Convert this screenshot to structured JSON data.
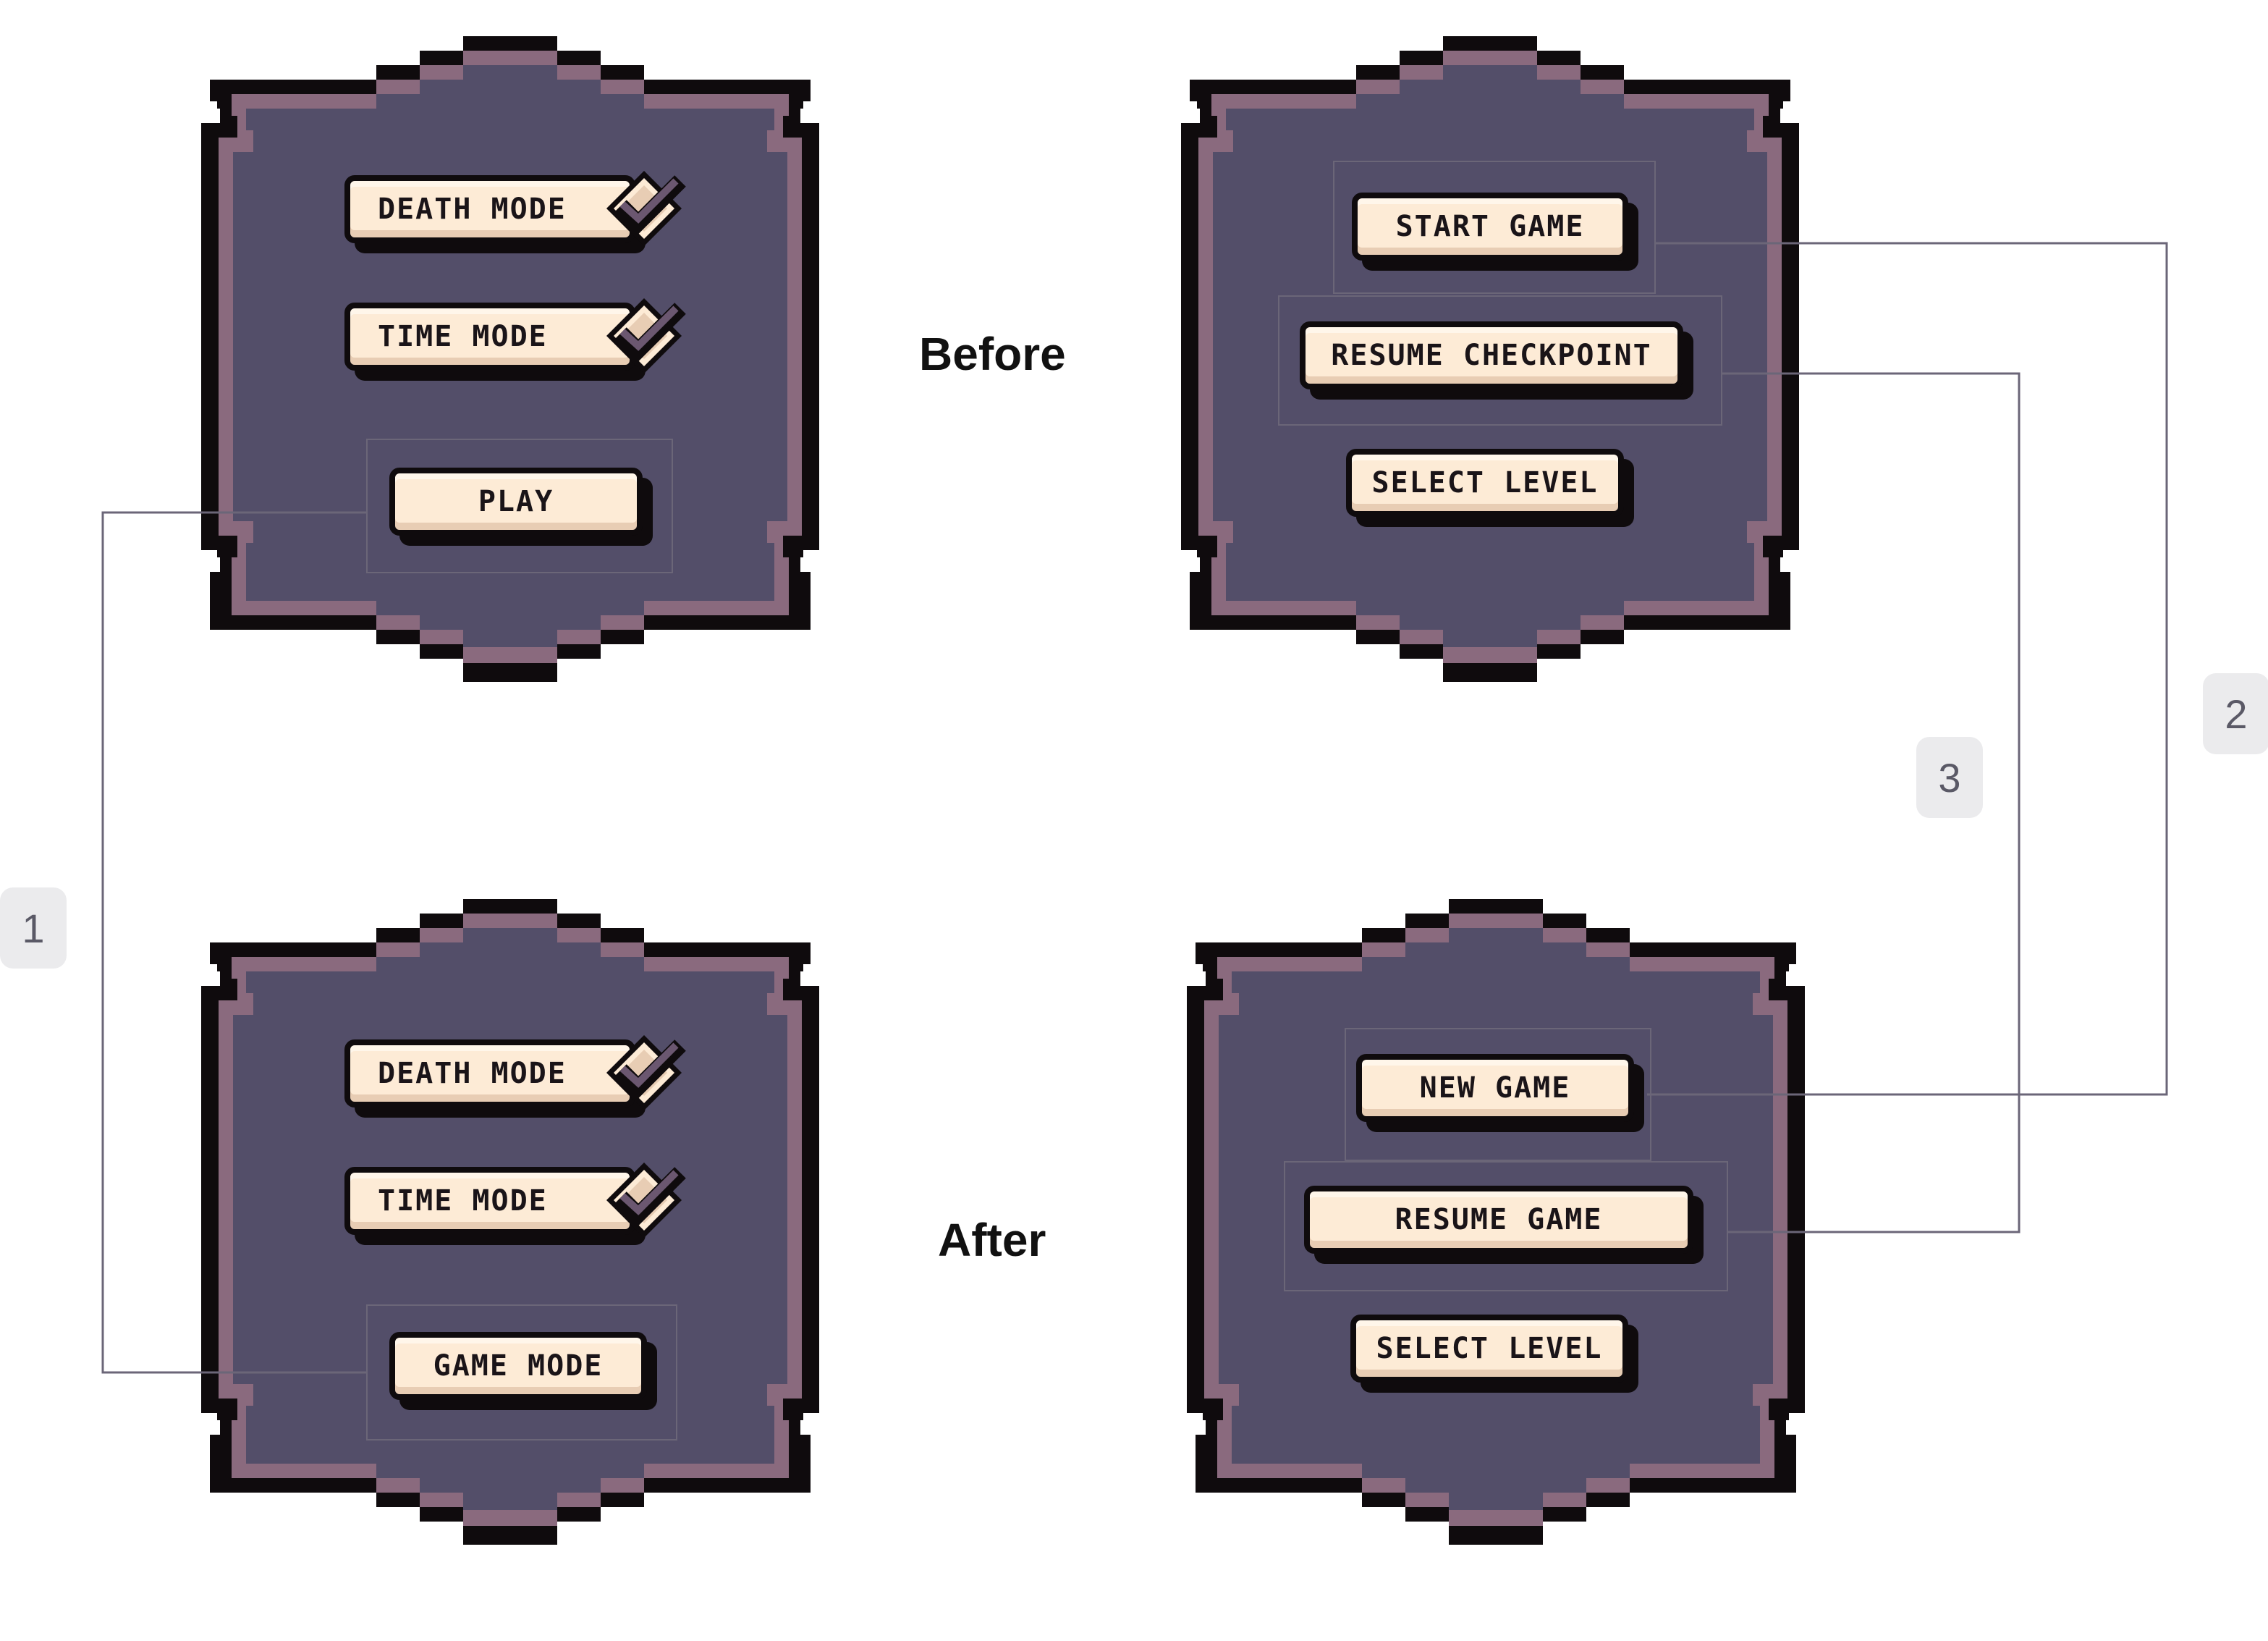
{
  "labels": {
    "before": "Before",
    "after": "After"
  },
  "colors": {
    "panel_fill": "#534e69",
    "panel_border": "#8a6a7e",
    "outline": "#0f0b0d",
    "button_fill": "#fdebd6",
    "connector": "#6b6678"
  },
  "panels": {
    "before_left": {
      "death_mode": "DEATH MODE",
      "time_mode": "TIME MODE",
      "primary": "PLAY"
    },
    "before_right": {
      "start": "START GAME",
      "resume": "RESUME CHECKPOINT",
      "select": "SELECT LEVEL"
    },
    "after_left": {
      "death_mode": "DEATH MODE",
      "time_mode": "TIME MODE",
      "primary": "GAME MODE"
    },
    "after_right": {
      "start": "NEW GAME",
      "resume": "RESUME GAME",
      "select": "SELECT LEVEL"
    }
  },
  "connectors": [
    "1",
    "2",
    "3"
  ],
  "icons": {
    "checkbox": "checkmark-icon"
  }
}
